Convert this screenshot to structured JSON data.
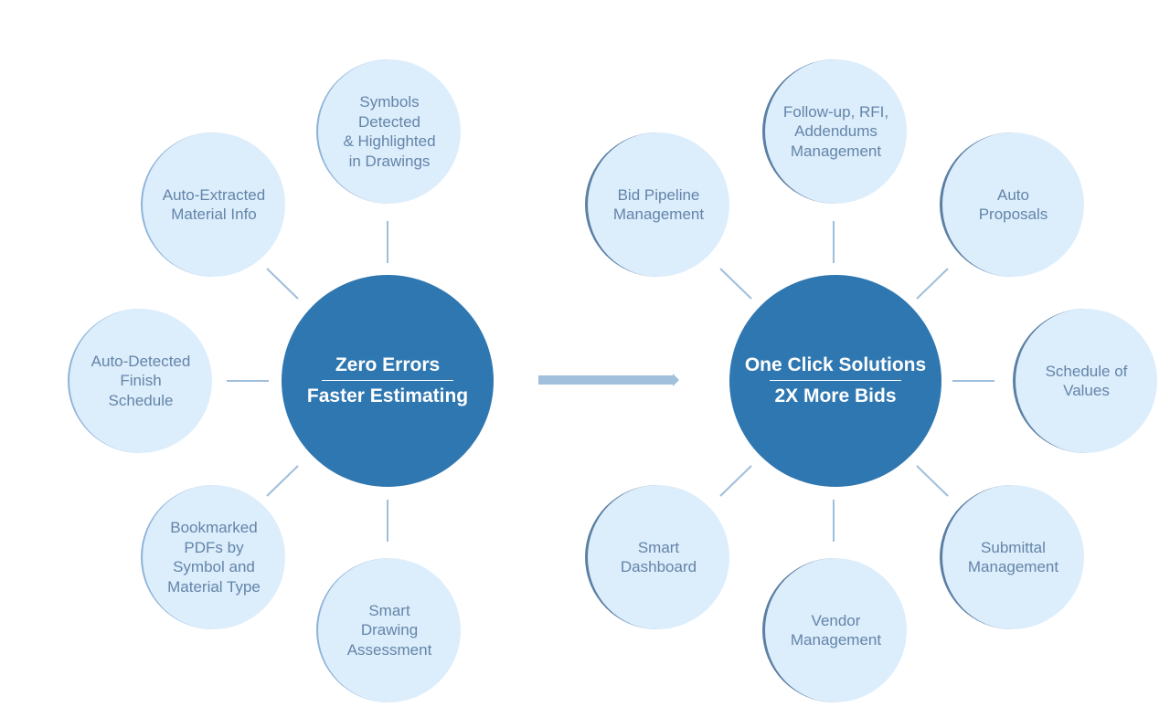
{
  "colors": {
    "hub_fill": "#2f77b1",
    "satellite_fill": "#dcedfc",
    "satellite_text": "#6485a8",
    "connector": "#9fbedb",
    "arrow": "#a1c0dc"
  },
  "left_cluster": {
    "hub": {
      "line1": "Zero Errors",
      "line2": "Faster Estimating"
    },
    "satellites": [
      {
        "label": "Symbols\nDetected\n& Highlighted\nin Drawings"
      },
      {
        "label": "Auto-Extracted\nMaterial Info"
      },
      {
        "label": "Auto-Detected\nFinish\nSchedule"
      },
      {
        "label": "Bookmarked\nPDFs by\nSymbol and\nMaterial Type"
      },
      {
        "label": "Smart\nDrawing\nAssessment"
      }
    ]
  },
  "arrow": {
    "icon": "arrow-right-icon",
    "direction": "right"
  },
  "right_cluster": {
    "hub": {
      "line1": "One Click Solutions",
      "line2": "2X More Bids"
    },
    "satellites": [
      {
        "label": "Follow-up, RFI,\nAddendums\nManagement"
      },
      {
        "label": "Bid Pipeline\nManagement"
      },
      {
        "label": "Auto\nProposals"
      },
      {
        "label": "Schedule of\nValues"
      },
      {
        "label": "Smart\nDashboard"
      },
      {
        "label": "Vendor\nManagement"
      },
      {
        "label": "Submittal\nManagement"
      }
    ]
  }
}
